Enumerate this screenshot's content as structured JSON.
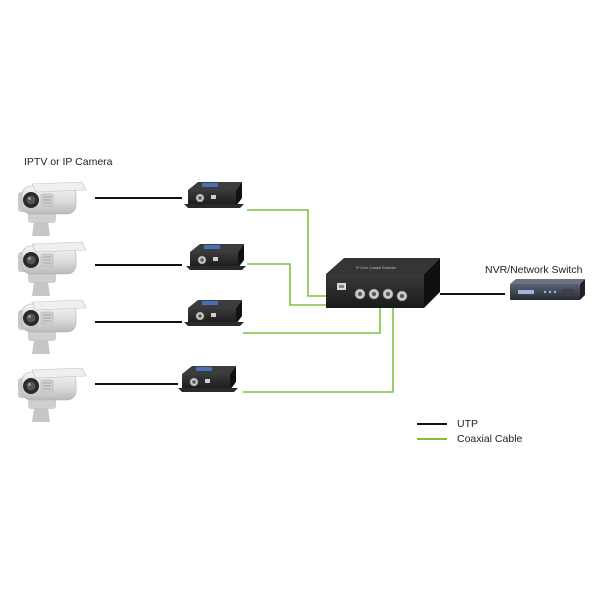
{
  "labels": {
    "cameras": "IPTV or IP Camera",
    "nvr": "NVR/Network Switch",
    "hub_caption": "IP Over Coaxial Extender"
  },
  "legend": {
    "utp": "UTP",
    "coaxial": "Coaxial Cable"
  },
  "colors": {
    "utp_line": "#111111",
    "coaxial_line": "#7dc243",
    "device_body": "#1e1e1e",
    "camera_body": "#e4e4e4"
  },
  "icons": [
    "camera-icon",
    "ip-coax-converter-icon",
    "coax-extender-hub-icon",
    "nvr-switch-icon"
  ]
}
